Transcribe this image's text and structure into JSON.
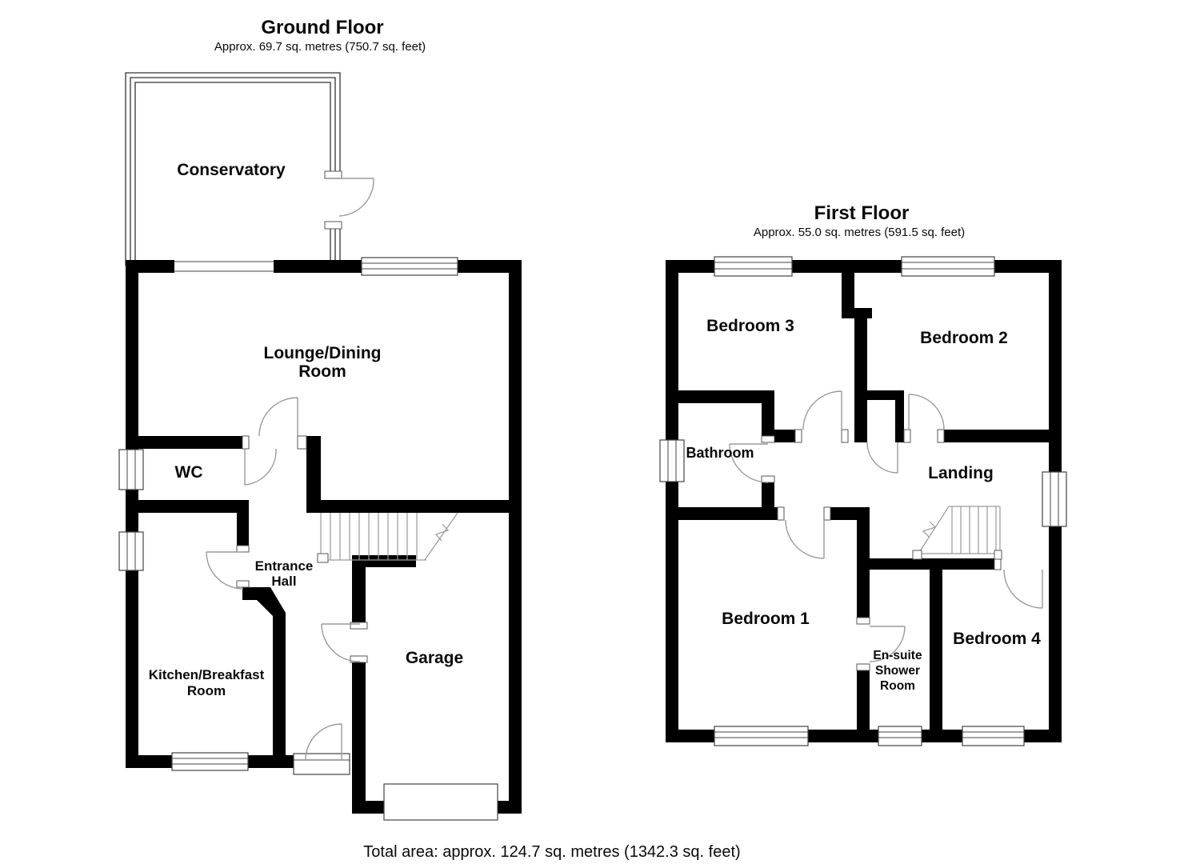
{
  "ground_floor": {
    "title": "Ground Floor",
    "area": "Approx. 69.7 sq. metres (750.7 sq. feet)",
    "rooms": {
      "conservatory": "Conservatory",
      "lounge_line1": "Lounge/Dining",
      "lounge_line2": "Room",
      "wc": "WC",
      "hall_line1": "Entrance",
      "hall_line2": "Hall",
      "kitchen_line1": "Kitchen/Breakfast",
      "kitchen_line2": "Room",
      "garage": "Garage"
    }
  },
  "first_floor": {
    "title": "First Floor",
    "area": "Approx. 55.0 sq. metres (591.5 sq. feet)",
    "rooms": {
      "bedroom3": "Bedroom 3",
      "bedroom2": "Bedroom 2",
      "bathroom": "Bathroom",
      "landing": "Landing",
      "bedroom1": "Bedroom 1",
      "ensuite_line1": "En-suite",
      "ensuite_line2": "Shower",
      "ensuite_line3": "Room",
      "bedroom4": "Bedroom 4"
    }
  },
  "footer": {
    "total_area": "Total area: approx. 124.7 sq. metres (1342.3 sq. feet)"
  },
  "colors": {
    "wall": "#000000",
    "drawing_line": "#9a9a9a",
    "background": "#ffffff"
  }
}
